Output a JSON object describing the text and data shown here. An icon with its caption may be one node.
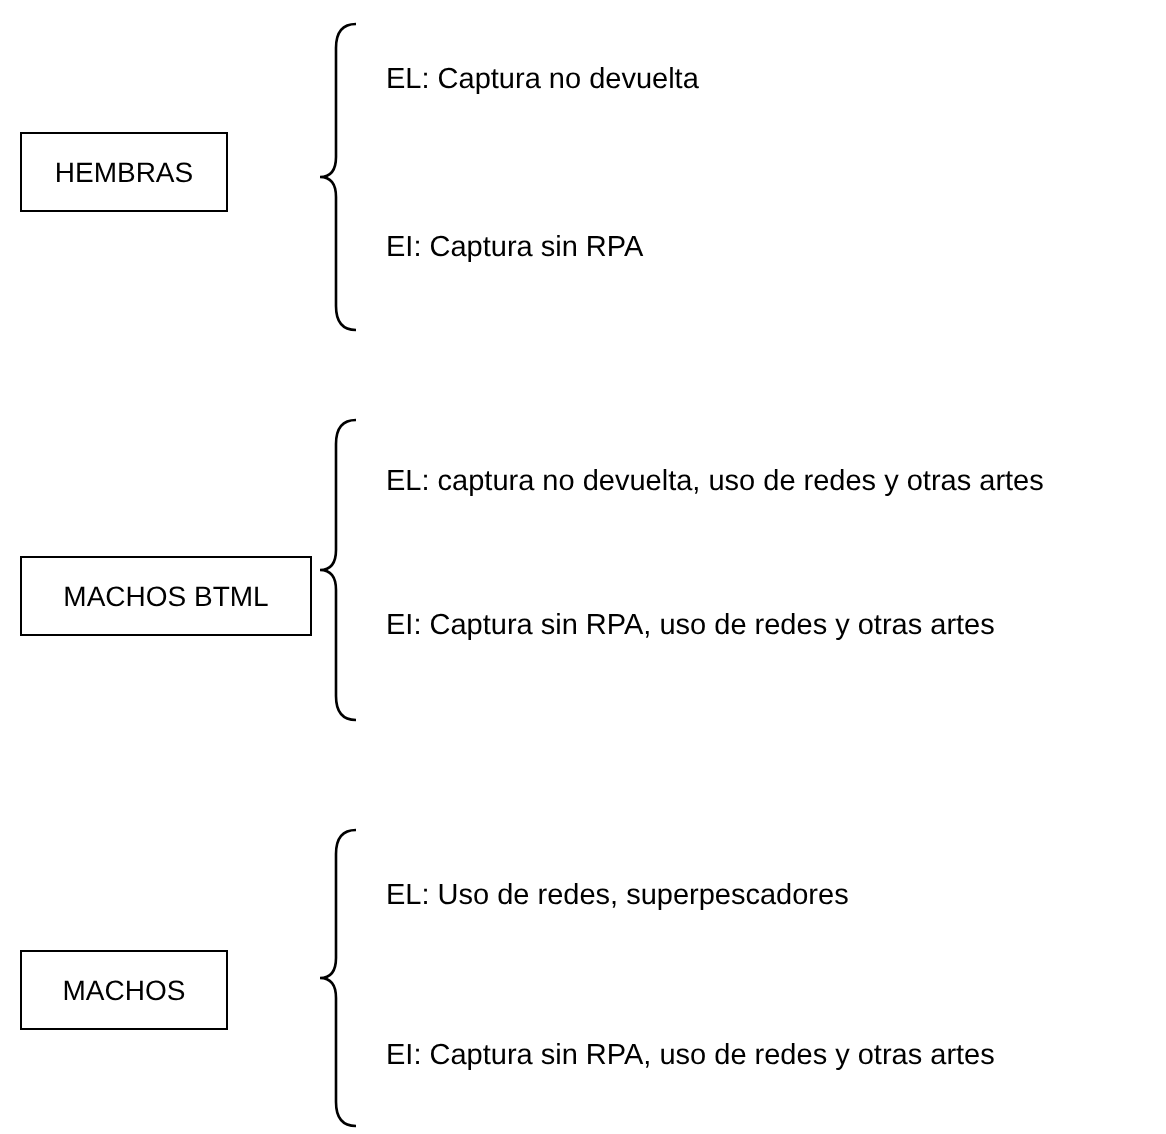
{
  "diagram": {
    "nodes": [
      {
        "text": [
          "HEMBRAS"
        ]
      },
      {
        "text": [
          "MACHOS BTML"
        ]
      },
      {
        "text": [
          "MACHOS"
        ]
      }
    ],
    "labels": [
      "EL: Captura no devuelta",
      "EI: Captura sin RPA",
      "EL: captura no devuelta, uso de redes y otras artes",
      "EI: Captura sin RPA, uso de redes y otras artes",
      "EL: Uso de redes, superpescadores",
      "EI: Captura sin RPA, uso de redes y otras artes"
    ]
  }
}
